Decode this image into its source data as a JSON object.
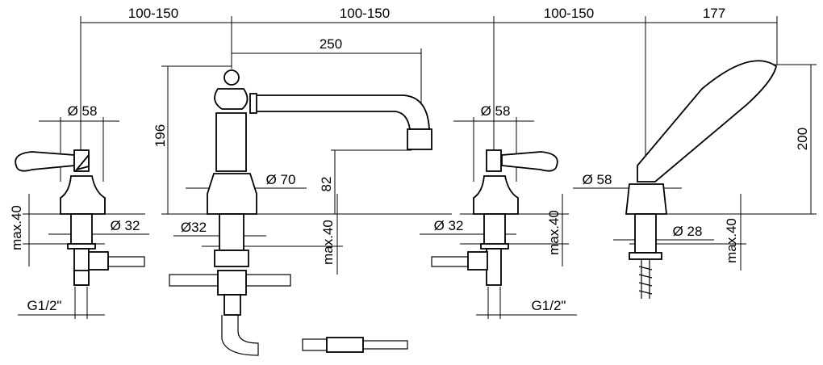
{
  "dimensions": {
    "top_spacing": [
      "100-150",
      "100-150",
      "100-150",
      "177"
    ],
    "spout_reach": "250",
    "spout_height": "196",
    "spout_outlet_height": "82",
    "handshower_height": "200",
    "left_valve_diameter": "Ø 58",
    "right_valve_diameter": "Ø 58",
    "handshower_base_diameter": "Ø 58",
    "spout_base_diameter": "Ø 70",
    "left_shank_diameter": "Ø 32",
    "spout_shank_diameter": "Ø32",
    "right_shank_diameter": "Ø 32",
    "handshower_shank_diameter": "Ø 28",
    "max_thickness": [
      "max.40",
      "max.40",
      "max.40",
      "max.40"
    ],
    "left_connection": "G1/2\"",
    "right_connection": "G1/2\""
  }
}
